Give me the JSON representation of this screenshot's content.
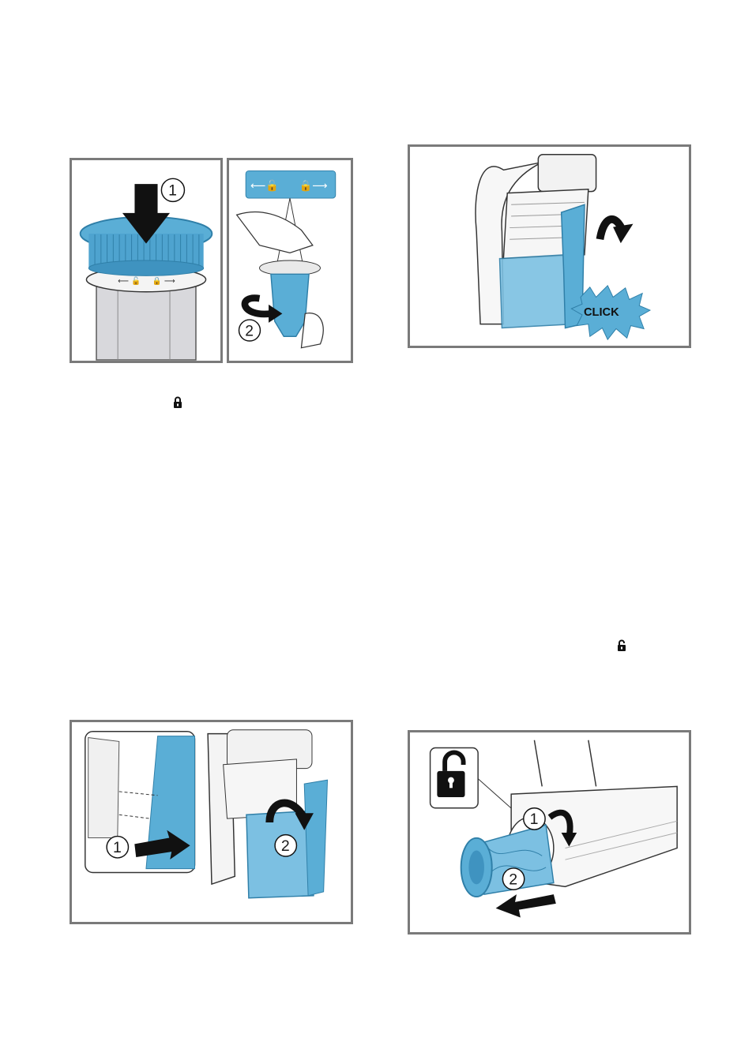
{
  "figures": {
    "filter_left": {
      "step1": "1"
    },
    "filter_right": {
      "step2": "2"
    },
    "dust_container_attach": {
      "callout": "CLICK"
    },
    "container_insert": {
      "step1": "1",
      "step2": "2"
    },
    "brush_roll_remove": {
      "step1": "1",
      "step2": "2"
    }
  },
  "icons": {
    "inline_lock_closed": "lock-closed-icon",
    "inline_lock_open": "lock-open-icon",
    "unlock_badge": "lock-open-icon"
  },
  "colors": {
    "part_blue": "#5aaed6",
    "part_blue_dark": "#2f7fa8",
    "frame_gray": "#7a7a7a",
    "arrow_black": "#111111"
  }
}
